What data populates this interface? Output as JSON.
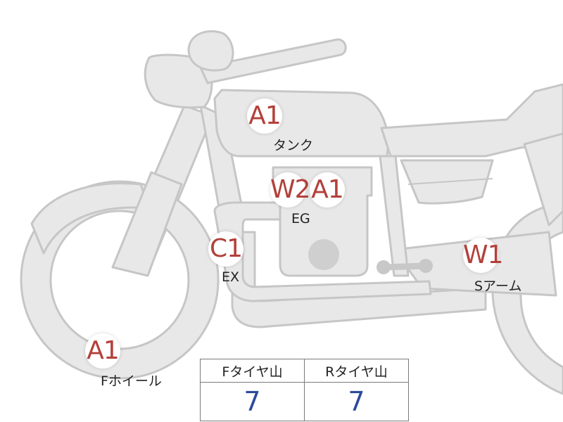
{
  "colors": {
    "body": "#e8e8e8",
    "outline": "#c6c6c6",
    "marker_text": "#b3403a",
    "value_text": "#2b4a9a"
  },
  "markers": {
    "tank": "A1",
    "engine_w": "W2",
    "engine_a": "A1",
    "exhaust": "C1",
    "swingarm": "W1",
    "front_wheel": "A1"
  },
  "labels": {
    "tank": "タンク",
    "engine": "EG",
    "exhaust": "EX",
    "swingarm": "Sアーム",
    "front_wheel": "Fホイール"
  },
  "tread_table": {
    "headers": [
      "Fタイヤ山",
      "Rタイヤ山"
    ],
    "values": [
      "7",
      "7"
    ]
  }
}
